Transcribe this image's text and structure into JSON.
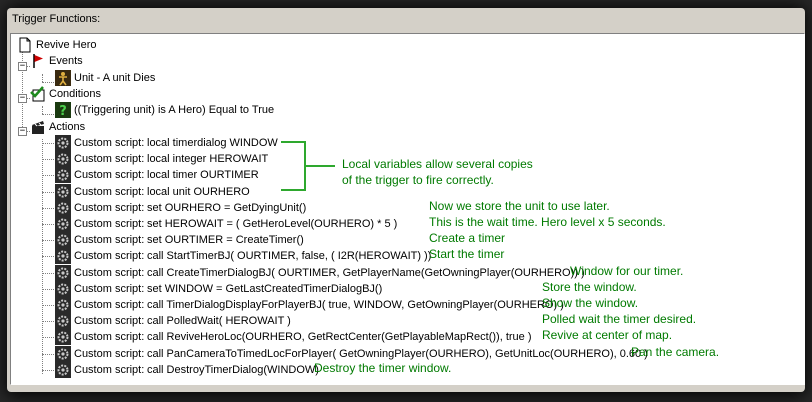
{
  "panel": {
    "title": "Trigger Functions:"
  },
  "tree": {
    "root": "Revive Hero",
    "events_label": "Events",
    "event_item": "Unit - A unit Dies",
    "conditions_label": "Conditions",
    "condition_item": "((Triggering unit) is A Hero) Equal to True",
    "actions_label": "Actions",
    "action_prefix": "Custom script:",
    "actions": [
      "local timerdialog WINDOW",
      "local integer HEROWAIT",
      "local timer OURTIMER",
      "local unit OURHERO",
      "set OURHERO = GetDyingUnit()",
      "set HEROWAIT = ( GetHeroLevel(OURHERO) * 5 )",
      "set OURTIMER = CreateTimer()",
      "call StartTimerBJ( OURTIMER, false, ( I2R(HEROWAIT) ))",
      "call CreateTimerDialogBJ( OURTIMER, GetPlayerName(GetOwningPlayer(OURHERO)) )",
      "set WINDOW = GetLastCreatedTimerDialogBJ()",
      "call TimerDialogDisplayForPlayerBJ( true, WINDOW, GetOwningPlayer(OURHERO) )",
      "call PolledWait( HEROWAIT )",
      "call ReviveHeroLoc(OURHERO, GetRectCenter(GetPlayableMapRect()), true )",
      "call PanCameraToTimedLocForPlayer( GetOwningPlayer(OURHERO), GetUnitLoc(OURHERO), 0.60 )",
      "call DestroyTimerDialog(WINDOW)"
    ]
  },
  "annotations": {
    "locals_line1": "Local variables allow several copies",
    "locals_line2": "of the trigger to fire correctly.",
    "notes": [
      "Now we store the unit to use later.",
      "This is the wait time.  Hero level x 5 seconds.",
      "Create a timer",
      "Start the timer",
      "Window for our timer.",
      "Store the window.",
      "Show the window.",
      "Polled wait the timer desired.",
      "Revive at center of map.",
      "Pan the camera.",
      "Destroy the timer window."
    ]
  },
  "colors": {
    "annotation": "#007a00",
    "panel": "#d4d0c8",
    "event_flag": "#cc0000",
    "condition_icon": "#1d8a1d"
  },
  "icons": {
    "root": "page-icon",
    "events": "red-flag-icon",
    "event_item": "unit-figure-icon",
    "conditions": "green-check-icon",
    "condition_item": "question-mark-icon",
    "actions": "clapperboard-icon",
    "action_item": "gear-icon"
  }
}
